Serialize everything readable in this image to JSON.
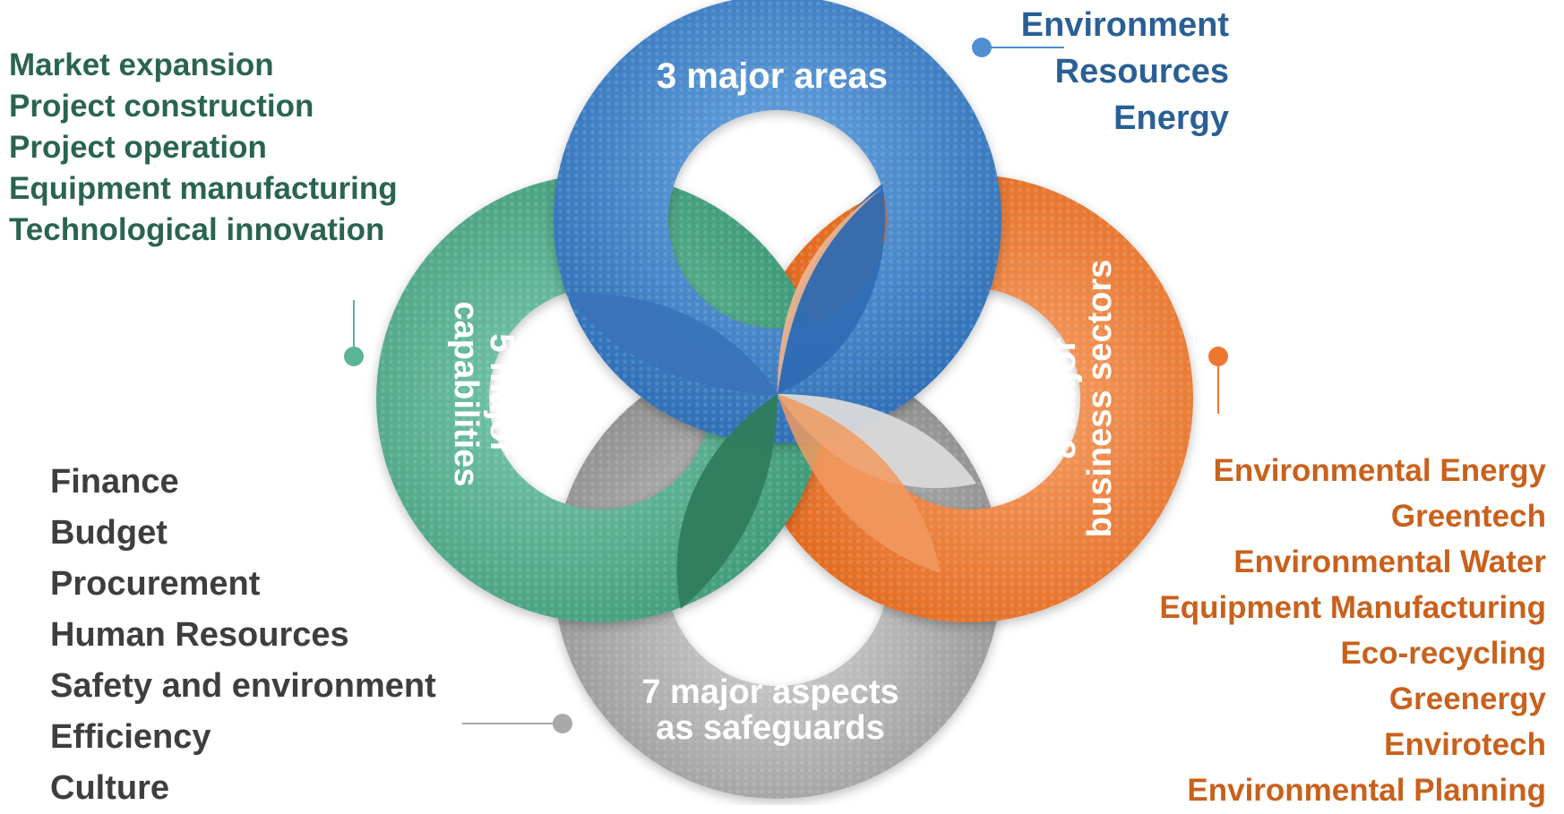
{
  "rings": {
    "top": {
      "label": "3 major areas",
      "color": "#4f8fd1"
    },
    "left": {
      "label_line1": "5 major",
      "label_line2": "capabilities",
      "color": "#5bb594"
    },
    "right": {
      "label_line1": "8 major",
      "label_line2": "business sectors",
      "color": "#ec7830"
    },
    "bottom": {
      "label_line1": "7 major aspects",
      "label_line2": "as safeguards",
      "color": "#a9a9a9"
    }
  },
  "lists": {
    "areas": [
      "Environment",
      "Resources",
      "Energy"
    ],
    "capabilities": [
      "Market expansion",
      "Project construction",
      "Project operation",
      "Equipment manufacturing",
      "Technological innovation"
    ],
    "safeguards": [
      "Finance",
      "Budget",
      "Procurement",
      "Human Resources",
      "Safety and environment",
      "Efficiency",
      "Culture"
    ],
    "business_sectors": [
      "Environmental Energy",
      "Greentech",
      "Environmental Water",
      "Equipment Manufacturing",
      "Eco-recycling",
      "Greenergy",
      "Envirotech",
      "Environmental Planning"
    ]
  },
  "colors": {
    "blue_text": "#2a5f95",
    "green_text": "#2a6450",
    "gray_text": "#3e3e3e",
    "orange_text": "#c8611c"
  }
}
